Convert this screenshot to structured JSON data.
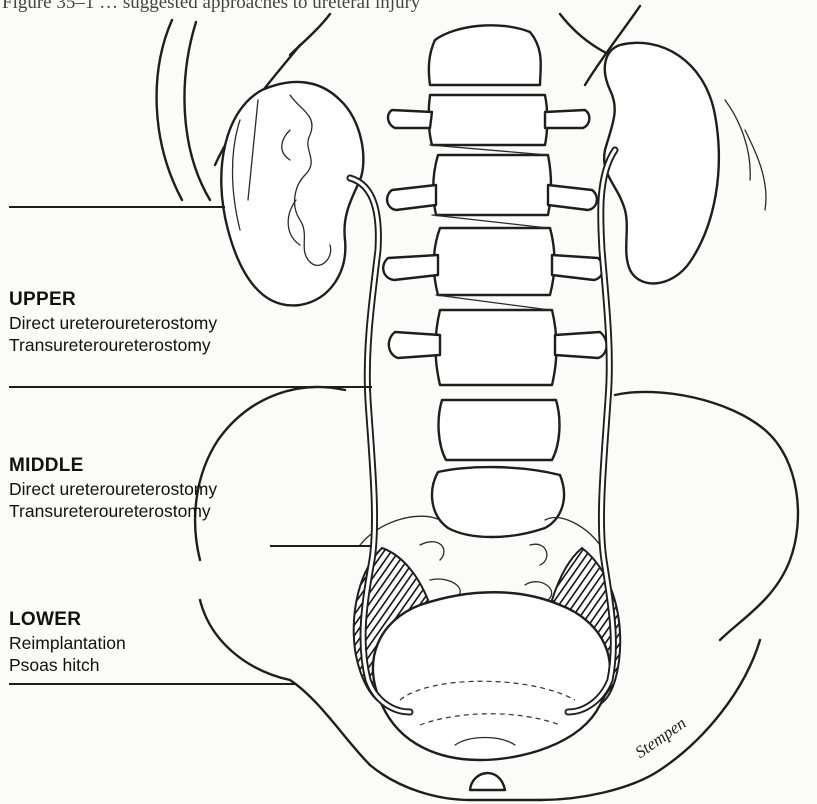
{
  "caption": "Figure 35–1 … suggested approaches to ureteral injury",
  "signature": "Stempen",
  "levels": [
    {
      "name": "UPPER",
      "procedures": [
        "Direct ureteroureterostomy",
        "Transureteroureterostomy"
      ]
    },
    {
      "name": "MIDDLE",
      "procedures": [
        "Direct ureteroureterostomy",
        "Transureteroureterostomy"
      ]
    },
    {
      "name": "LOWER",
      "procedures": [
        "Reimplantation",
        "Psoas hitch"
      ]
    }
  ]
}
